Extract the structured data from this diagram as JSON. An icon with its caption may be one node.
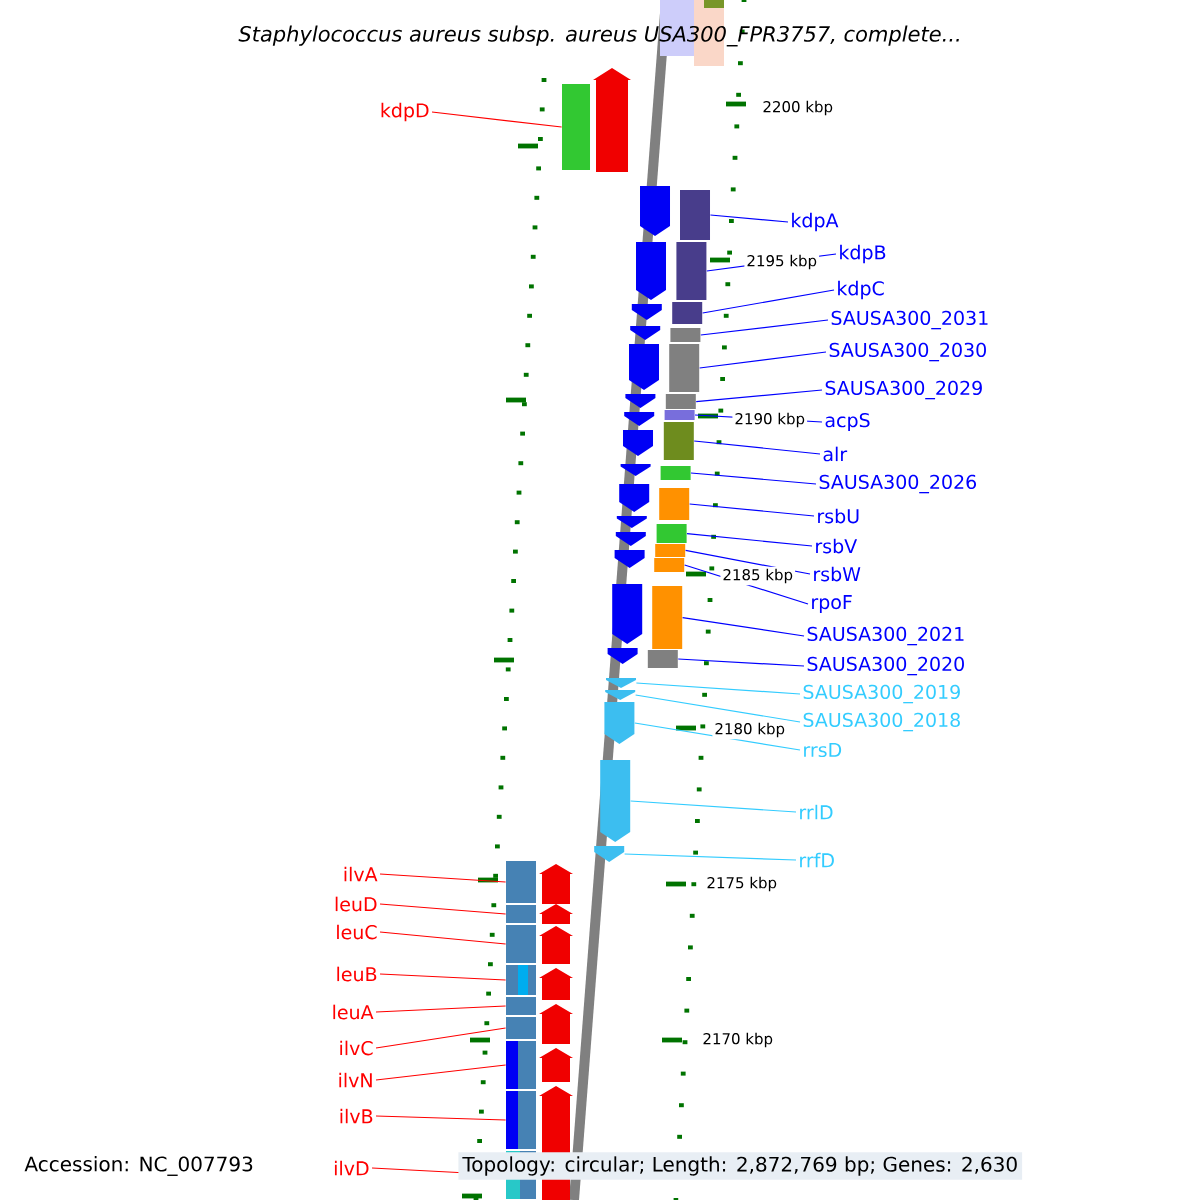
{
  "diagram": {
    "title": "Staphylococcus aureus subsp. aureus USA300_FPR3757, complete...",
    "nodes": [
      {
        "text": [
          "kdpD"
        ]
      },
      {
        "text": [
          "kdpA"
        ]
      },
      {
        "text": [
          "kdpB"
        ]
      },
      {
        "text": [
          "kdpC"
        ]
      },
      {
        "text": [
          "SAUSA300_2031"
        ]
      },
      {
        "text": [
          "SAUSA300_2030"
        ]
      },
      {
        "text": [
          "SAUSA300_2029"
        ]
      },
      {
        "text": [
          "acpS"
        ]
      },
      {
        "text": [
          "alr"
        ]
      },
      {
        "text": [
          "SAUSA300_2026"
        ]
      },
      {
        "text": [
          "rsbU"
        ]
      },
      {
        "text": [
          "rsbV"
        ]
      },
      {
        "text": [
          "rsbW"
        ]
      },
      {
        "text": [
          "rpoF"
        ]
      },
      {
        "text": [
          "SAUSA300_2021"
        ]
      },
      {
        "text": [
          "SAUSA300_2020"
        ]
      },
      {
        "text": [
          "SAUSA300_2019"
        ]
      },
      {
        "text": [
          "SAUSA300_2018"
        ]
      },
      {
        "text": [
          "rrsD"
        ]
      },
      {
        "text": [
          "rrlD"
        ]
      },
      {
        "text": [
          "rrfD"
        ]
      },
      {
        "text": [
          "ilvA"
        ]
      },
      {
        "text": [
          "leuD"
        ]
      },
      {
        "text": [
          "leuC"
        ]
      },
      {
        "text": [
          "leuB"
        ]
      },
      {
        "text": [
          "leuA"
        ]
      },
      {
        "text": [
          "ilvC"
        ]
      },
      {
        "text": [
          "ilvN"
        ]
      },
      {
        "text": [
          "ilvB"
        ]
      },
      {
        "text": [
          "ilvD"
        ]
      },
      {
        "text": [],
        "shape": "bar"
      },
      {
        "text": [],
        "shape": "bar"
      },
      {
        "text": [],
        "shape": "bar"
      },
      {
        "text": [],
        "shape": "bar"
      },
      {
        "text": [],
        "shape": "bar"
      },
      {
        "text": [],
        "shape": "bar"
      },
      {
        "text": [],
        "shape": "bar"
      },
      {
        "text": [],
        "shape": "bar"
      },
      {
        "text": [],
        "shape": "bar"
      },
      {
        "text": [],
        "shape": "bar"
      },
      {
        "text": [],
        "shape": "bar"
      },
      {
        "text": [],
        "shape": "bar"
      },
      {
        "text": [],
        "shape": "bar"
      },
      {
        "text": [],
        "shape": "bar"
      },
      {
        "text": [],
        "shape": "bar"
      },
      {
        "text": [],
        "shape": "bar"
      },
      {
        "text": [],
        "shape": "arrow"
      },
      {
        "text": [],
        "shape": "arrow"
      },
      {
        "text": [],
        "shape": "arrow"
      },
      {
        "text": [],
        "shape": "arrow"
      },
      {
        "text": [],
        "shape": "arrow"
      },
      {
        "text": [],
        "shape": "bar"
      },
      {
        "text": [],
        "shape": "bar"
      },
      {
        "text": [],
        "shape": "bar"
      },
      {
        "text": [],
        "shape": "bar"
      },
      {
        "text": [],
        "shape": "bar"
      },
      {
        "text": [],
        "shape": "bar"
      },
      {
        "text": [],
        "shape": "bar"
      },
      {
        "text": [],
        "shape": "bar"
      },
      {
        "text": [],
        "shape": "bar"
      }
    ],
    "edges": [
      {
        "from": 0,
        "to": 30,
        "arrow": "none",
        "color": "#ff0000"
      },
      {
        "from": 1,
        "to": 31,
        "arrow": "none"
      },
      {
        "from": 2,
        "to": 32,
        "arrow": "none"
      },
      {
        "from": 3,
        "to": 33,
        "arrow": "none"
      },
      {
        "from": 4,
        "to": 34,
        "arrow": "none"
      },
      {
        "from": 5,
        "to": 35,
        "arrow": "none"
      },
      {
        "from": 6,
        "to": 36,
        "arrow": "none"
      },
      {
        "from": 7,
        "to": 37,
        "arrow": "none"
      },
      {
        "from": 8,
        "to": 38,
        "arrow": "none"
      },
      {
        "from": 9,
        "to": 39,
        "arrow": "none"
      },
      {
        "from": 10,
        "to": 40,
        "arrow": "none"
      },
      {
        "from": 11,
        "to": 41,
        "arrow": "none"
      },
      {
        "from": 12,
        "to": 42,
        "arrow": "none"
      },
      {
        "from": 13,
        "to": 43,
        "arrow": "none"
      },
      {
        "from": 14,
        "to": 44,
        "arrow": "none"
      },
      {
        "from": 15,
        "to": 45,
        "arrow": "none"
      },
      {
        "from": 16,
        "to": 46,
        "arrow": "none",
        "color": "#33ccff"
      },
      {
        "from": 17,
        "to": 47,
        "arrow": "none",
        "color": "#33ccff"
      },
      {
        "from": 18,
        "to": 48,
        "arrow": "none",
        "color": "#33ccff"
      },
      {
        "from": 19,
        "to": 49,
        "arrow": "none",
        "color": "#33ccff"
      },
      {
        "from": 20,
        "to": 50,
        "arrow": "none",
        "color": "#33ccff"
      },
      {
        "from": 21,
        "to": 51,
        "arrow": "none",
        "color": "#ff0000"
      },
      {
        "from": 22,
        "to": 52,
        "arrow": "none",
        "color": "#ff0000"
      },
      {
        "from": 23,
        "to": 53,
        "arrow": "none",
        "color": "#ff0000"
      },
      {
        "from": 24,
        "to": 54,
        "arrow": "none",
        "color": "#ff0000"
      },
      {
        "from": 25,
        "to": 55,
        "arrow": "none",
        "color": "#ff0000"
      },
      {
        "from": 26,
        "to": 56,
        "arrow": "none",
        "color": "#ff0000"
      },
      {
        "from": 27,
        "to": 57,
        "arrow": "none",
        "color": "#ff0000"
      },
      {
        "from": 28,
        "to": 58,
        "arrow": "none",
        "color": "#ff0000"
      },
      {
        "from": 29,
        "to": 59,
        "arrow": "none",
        "color": "#ff0000"
      }
    ],
    "labels": [
      "2200 kbp",
      "2195 kbp",
      "2190 kbp",
      "2185 kbp",
      "2180 kbp",
      "2175 kbp",
      "2170 kbp",
      "Accession: NC_007793",
      "Topology: circular; Length: 2,872,769 bp; Genes: 2,630"
    ]
  }
}
